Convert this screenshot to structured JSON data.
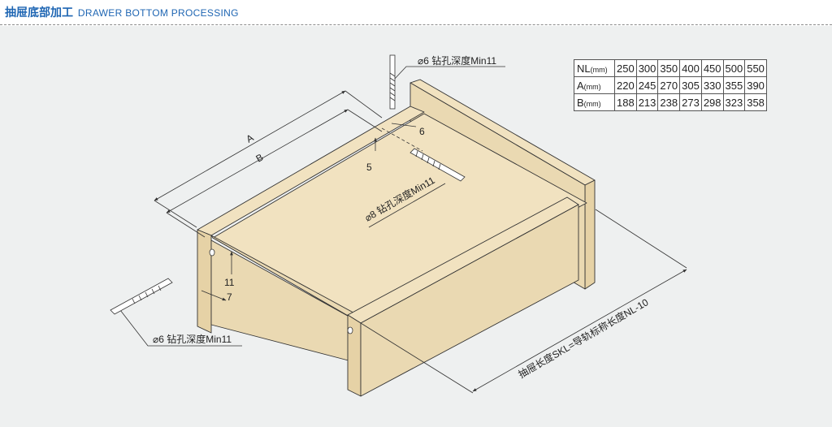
{
  "header": {
    "title_cn": "抽屉底部加工",
    "title_en": "DRAWER BOTTOM PROCESSING"
  },
  "labels": {
    "dim_a": "A",
    "dim_b": "B",
    "dim_6": "6",
    "dim_5": "5",
    "dim_11": "11",
    "dim_7": "7",
    "drill_top": "⌀6 钻孔深度Min11",
    "drill_middle": "⌀8 钻孔深度Min11",
    "drill_left": "⌀6 钻孔深度Min11",
    "length_note": "抽屉长度SKL=导轨标称长度NL-10"
  },
  "table": {
    "rows": [
      {
        "name": "NL",
        "unit": "(mm)",
        "values": [
          "250",
          "300",
          "350",
          "400",
          "450",
          "500",
          "550"
        ]
      },
      {
        "name": "A",
        "unit": "(mm)",
        "values": [
          "220",
          "245",
          "270",
          "305",
          "330",
          "355",
          "390"
        ]
      },
      {
        "name": "B",
        "unit": "(mm)",
        "values": [
          "188",
          "213",
          "238",
          "273",
          "298",
          "323",
          "358"
        ]
      }
    ]
  },
  "colors": {
    "wood_top": "#f1e2c0",
    "wood_side": "#e6d2a6",
    "wood_front": "#ead9b2",
    "line": "#333333",
    "panel_bg": "#eef0f0",
    "title": "#1f66b3"
  }
}
